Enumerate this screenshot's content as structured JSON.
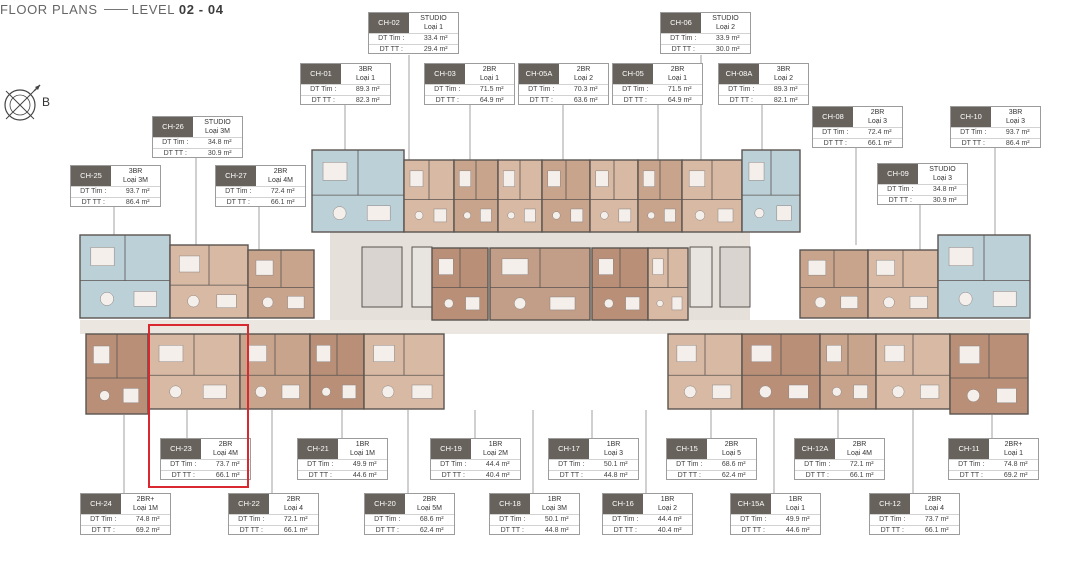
{
  "header": {
    "title": "FLOOR PLANS",
    "level_prefix": "LEVEL",
    "level": "02 - 04"
  },
  "compass": {
    "label": "B"
  },
  "labels": {
    "dt_tim": "DT Tim :",
    "dt_tt": "DT TT :"
  },
  "colors": {
    "unit_tag": "#68625c",
    "highlight": "#d9282f",
    "unit_warm": "#c9a48d",
    "unit_cool": "#bcd0d8"
  },
  "units": [
    {
      "code": "CH-02",
      "type": "STUDIO",
      "loai": "Loại 1",
      "tim": "33.4 m²",
      "tt": "29.4 m²"
    },
    {
      "code": "CH-06",
      "type": "STUDIO",
      "loai": "Loại 2",
      "tim": "33.9 m²",
      "tt": "30.0 m²"
    },
    {
      "code": "CH-01",
      "type": "3BR",
      "loai": "Loại 1",
      "tim": "89.3 m²",
      "tt": "82.3 m²"
    },
    {
      "code": "CH-03",
      "type": "2BR",
      "loai": "Loại 1",
      "tim": "71.5 m²",
      "tt": "64.9 m²"
    },
    {
      "code": "CH-05A",
      "type": "2BR",
      "loai": "Loại 2",
      "tim": "70.3 m²",
      "tt": "63.6 m²"
    },
    {
      "code": "CH-05",
      "type": "2BR",
      "loai": "Loại 1",
      "tim": "71.5 m²",
      "tt": "64.9 m²"
    },
    {
      "code": "CH-08A",
      "type": "3BR",
      "loai": "Loại 2",
      "tim": "89.3 m²",
      "tt": "82.1 m²"
    },
    {
      "code": "CH-26",
      "type": "STUDIO",
      "loai": "Loại 3M",
      "tim": "34.8 m²",
      "tt": "30.9 m²"
    },
    {
      "code": "CH-08",
      "type": "2BR",
      "loai": "Loại 3",
      "tim": "72.4 m²",
      "tt": "66.1 m²"
    },
    {
      "code": "CH-10",
      "type": "3BR",
      "loai": "Loại 3",
      "tim": "93.7 m²",
      "tt": "86.4 m²"
    },
    {
      "code": "CH-25",
      "type": "3BR",
      "loai": "Loại 3M",
      "tim": "93.7 m²",
      "tt": "86.4 m²"
    },
    {
      "code": "CH-27",
      "type": "2BR",
      "loai": "Loại 4M",
      "tim": "72.4 m²",
      "tt": "66.1 m²"
    },
    {
      "code": "CH-09",
      "type": "STUDIO",
      "loai": "Loại 3",
      "tim": "34.8 m²",
      "tt": "30.9 m²"
    },
    {
      "code": "CH-23",
      "type": "2BR",
      "loai": "Loại 4M",
      "tim": "73.7 m²",
      "tt": "66.1 m²"
    },
    {
      "code": "CH-21",
      "type": "1BR",
      "loai": "Loại 1M",
      "tim": "49.9 m²",
      "tt": "44.6 m²"
    },
    {
      "code": "CH-19",
      "type": "1BR",
      "loai": "Loại 2M",
      "tim": "44.4 m²",
      "tt": "40.4 m²"
    },
    {
      "code": "CH-17",
      "type": "1BR",
      "loai": "Loại 3",
      "tim": "50.1 m²",
      "tt": "44.8 m²"
    },
    {
      "code": "CH-15",
      "type": "2BR",
      "loai": "Loại 5",
      "tim": "68.6 m²",
      "tt": "62.4 m²"
    },
    {
      "code": "CH-12A",
      "type": "2BR",
      "loai": "Loại 4M",
      "tim": "72.1 m²",
      "tt": "66.1 m²"
    },
    {
      "code": "CH-11",
      "type": "2BR+",
      "loai": "Loại 1",
      "tim": "74.8 m²",
      "tt": "69.2 m²"
    },
    {
      "code": "CH-24",
      "type": "2BR+",
      "loai": "Loại 1M",
      "tim": "74.8 m²",
      "tt": "69.2 m²"
    },
    {
      "code": "CH-22",
      "type": "2BR",
      "loai": "Loại 4",
      "tim": "72.1 m²",
      "tt": "66.1 m²"
    },
    {
      "code": "CH-20",
      "type": "2BR",
      "loai": "Loại 5M",
      "tim": "68.6 m²",
      "tt": "62.4 m²"
    },
    {
      "code": "CH-18",
      "type": "1BR",
      "loai": "Loại 3M",
      "tim": "50.1 m²",
      "tt": "44.8 m²"
    },
    {
      "code": "CH-16",
      "type": "1BR",
      "loai": "Loại 2",
      "tim": "44.4 m²",
      "tt": "40.4 m²"
    },
    {
      "code": "CH-15A",
      "type": "1BR",
      "loai": "Loại 1",
      "tim": "49.9 m²",
      "tt": "44.6 m²"
    },
    {
      "code": "CH-12",
      "type": "2BR",
      "loai": "Loại 4",
      "tim": "73.7 m²",
      "tt": "66.1 m²"
    }
  ]
}
